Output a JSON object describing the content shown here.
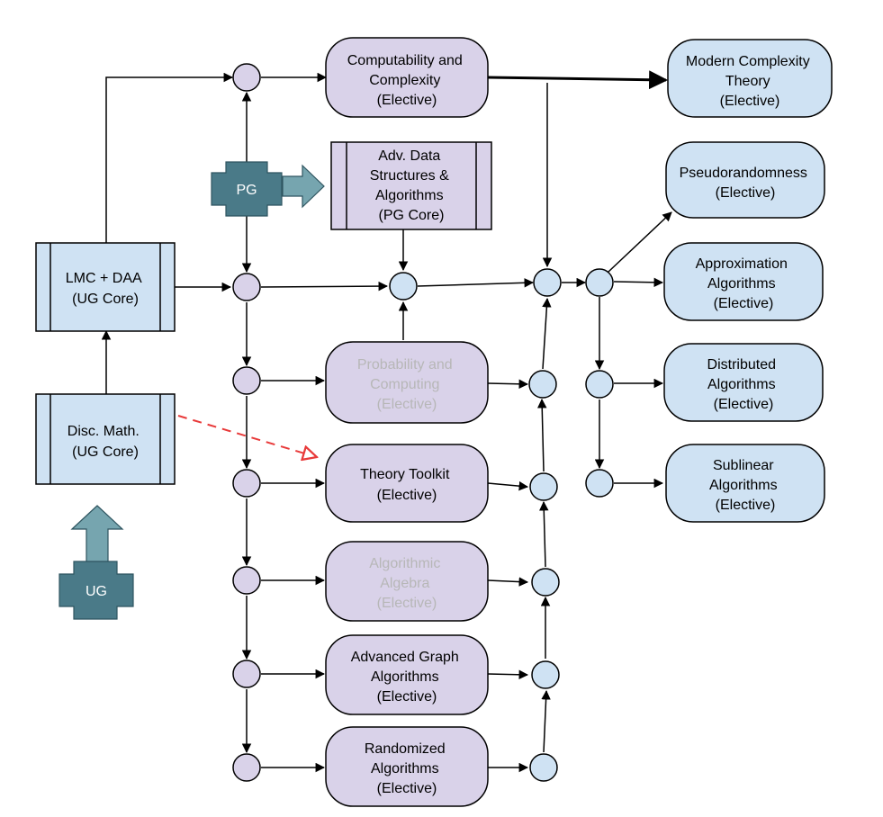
{
  "nodes": {
    "lmc_daa": {
      "lines": [
        "LMC + DAA",
        "(UG Core)"
      ]
    },
    "disc_math": {
      "lines": [
        "Disc. Math.",
        "(UG Core)"
      ]
    },
    "pg_badge": {
      "label": "PG"
    },
    "ug_badge": {
      "label": "UG"
    },
    "computability": {
      "lines": [
        "Computability and",
        "Complexity",
        "(Elective)"
      ]
    },
    "adv_ds": {
      "lines": [
        "Adv. Data",
        "Structures &",
        "Algorithms",
        "(PG Core)"
      ]
    },
    "probability": {
      "lines": [
        "Probability and",
        "Computing",
        "(Elective)"
      ]
    },
    "theory_toolkit": {
      "lines": [
        "Theory Toolkit",
        "(Elective)"
      ]
    },
    "algebraic": {
      "lines": [
        "Algorithmic",
        "Algebra",
        "(Elective)"
      ]
    },
    "adv_graph": {
      "lines": [
        "Advanced Graph",
        "Algorithms",
        "(Elective)"
      ]
    },
    "randomized": {
      "lines": [
        "Randomized",
        "Algorithms",
        "(Elective)"
      ]
    },
    "modern_complexity": {
      "lines": [
        "Modern Complexity",
        "Theory",
        "(Elective)"
      ]
    },
    "pseudorandomness": {
      "lines": [
        "Pseudorandomness",
        "(Elective)"
      ]
    },
    "approximation": {
      "lines": [
        "Approximation",
        "Algorithms",
        "(Elective)"
      ]
    },
    "distributed": {
      "lines": [
        "Distributed",
        "Algorithms",
        "(Elective)"
      ]
    },
    "sublinear": {
      "lines": [
        "Sublinear",
        "Algorithms",
        "(Elective)"
      ]
    }
  },
  "colors": {
    "purple_fill": "#d9d2e9",
    "blue_fill": "#cfe2f3",
    "teal": "#4a7a88",
    "teal_light": "#76a5af",
    "faded_text": "#b7b7b7",
    "dashed_arrow": "#e83a3a"
  }
}
